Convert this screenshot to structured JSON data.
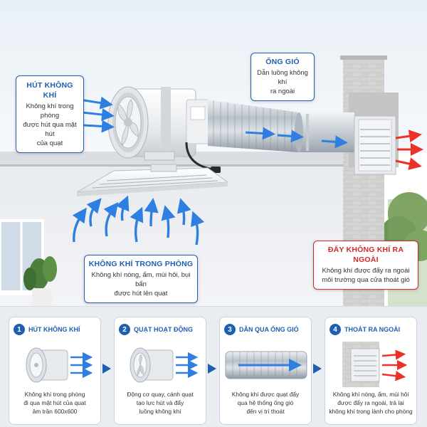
{
  "callouts": {
    "intake": {
      "title": "HÚT KHÔNG KHÍ",
      "lines": [
        "Không khí trong phòng",
        "được hút qua mặt hút",
        "của quạt"
      ]
    },
    "duct": {
      "title": "ỐNG GIÓ",
      "lines": [
        "Dẫn luồng không khí",
        "ra ngoài"
      ]
    },
    "room": {
      "title": "KHÔNG KHÍ TRONG PHÒNG",
      "lines": [
        "Không khí nóng, ẩm, mùi hôi, bụi bẩn",
        "được hút lên quạt"
      ]
    },
    "exhaust": {
      "title": "ĐẨY KHÔNG KHÍ RA NGOÀI",
      "lines": [
        "Không khí được đẩy ra ngoài",
        "môi trường qua cửa thoát gió"
      ]
    }
  },
  "steps": [
    {
      "num": "1",
      "title": "HÚT KHÔNG KHÍ",
      "lines": [
        "Không khí trong phòng",
        "đi qua mặt hút của quạt",
        "âm trần 600x600"
      ]
    },
    {
      "num": "2",
      "title": "QUẠT HOẠT ĐỘNG",
      "lines": [
        "Động cơ quay, cánh quạt",
        "tạo lực hút và đẩy",
        "luồng không khí"
      ]
    },
    {
      "num": "3",
      "title": "DẪN QUA ỐNG GIÓ",
      "lines": [
        "Không khí được quạt đẩy",
        "qua hệ thống ống gió",
        "đến vị trí thoát"
      ]
    },
    {
      "num": "4",
      "title": "THOÁT RA NGOÀI",
      "lines": [
        "Không khí nóng, ẩm, mùi hôi",
        "được đẩy ra ngoài, trả lại",
        "không khí trong lành cho phòng"
      ]
    }
  ],
  "colors": {
    "accent_blue": "#1f5fb0",
    "accent_red": "#d22a2a",
    "airflow_blue": "#2f7fe0",
    "airflow_red": "#e8322a"
  },
  "icons": [
    "fan-icon",
    "duct-icon",
    "vent-cap-icon",
    "arrow-right-icon"
  ]
}
